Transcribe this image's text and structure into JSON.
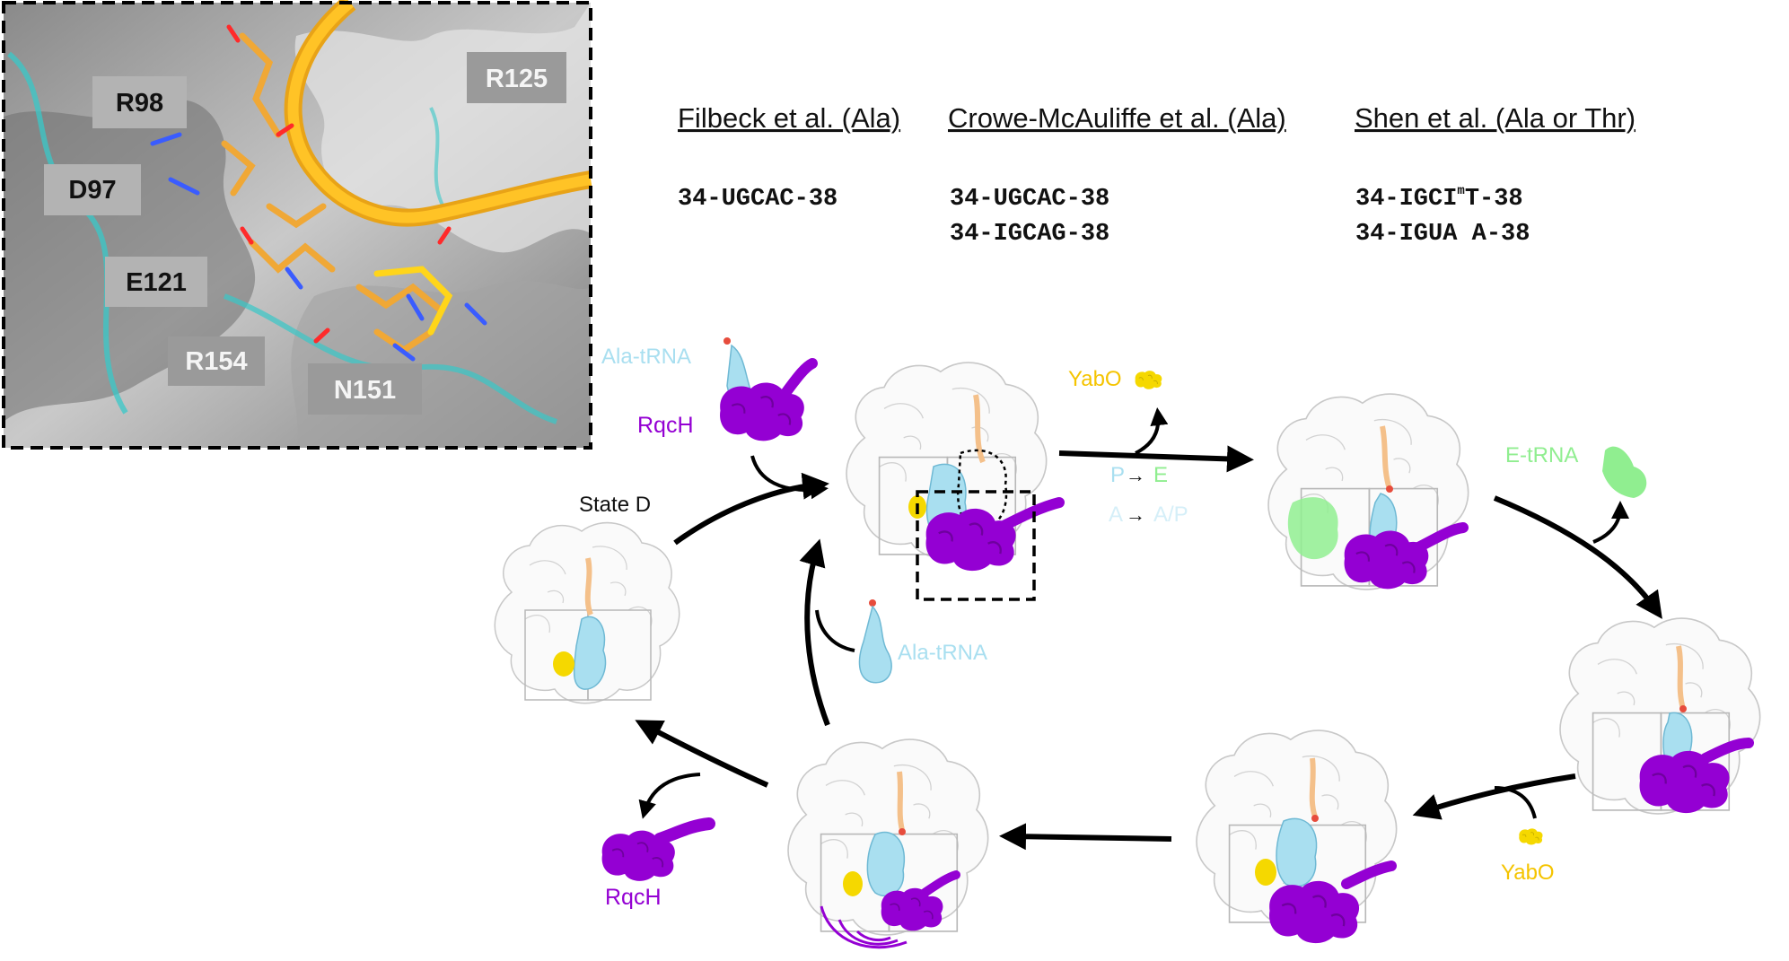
{
  "inset": {
    "residues": [
      "R98",
      "D97",
      "E121",
      "R154",
      "N151",
      "R125"
    ]
  },
  "table": {
    "columns": [
      {
        "header": "Filbeck et al. (Ala)",
        "sequences": [
          "34-UGCAC-38"
        ]
      },
      {
        "header": "Crowe-McAuliffe et al. (Ala)",
        "sequences": [
          "34-UGCAC-38",
          "34-IGCAG-38"
        ]
      },
      {
        "header": "Shen et al. (Ala or Thr)",
        "sequences": [
          "34-IGCI",
          "34-IGUA A-38"
        ]
      }
    ],
    "superscript": "m",
    "seq_suffix": "T-38"
  },
  "labels": {
    "state_d": "State D",
    "ala_trna_top": "Ala-tRNA",
    "rqch_top": "RqcH",
    "yabo_top": "YabO",
    "p": "P",
    "e": "E",
    "a": "A",
    "ap": "A/P",
    "e_trna": "E-tRNA",
    "ala_trna_mid": "Ala-tRNA",
    "yabo_bottom": "YabO",
    "rqch_bottom": "RqcH"
  },
  "colors": {
    "trna": "#a9dff0",
    "rqch": "#9400d3",
    "yabo": "#f5d800",
    "e_trna": "#90ee90",
    "peptide": "#f4c08a",
    "label_box": "#b3b3b3"
  }
}
